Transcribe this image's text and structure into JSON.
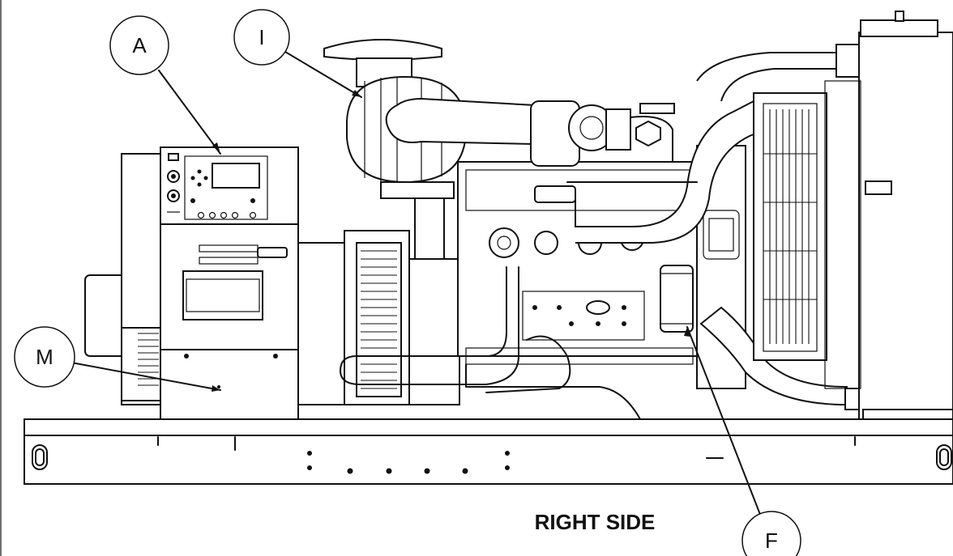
{
  "diagram": {
    "caption": "RIGHT SIDE",
    "callouts": [
      {
        "id": "A",
        "label": "A"
      },
      {
        "id": "I",
        "label": "I"
      },
      {
        "id": "M",
        "label": "M"
      },
      {
        "id": "F",
        "label": "F"
      }
    ]
  }
}
